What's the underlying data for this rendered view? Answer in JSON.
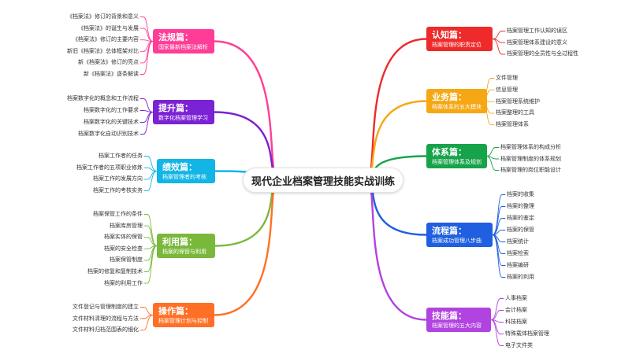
{
  "center_title": "现代企业档案管理技能实战训练",
  "branches": [
    {
      "id": "fagui",
      "color": "#ff3d96",
      "side": "left",
      "title": "法规篇：",
      "subtitle": "国家最新档案法解析",
      "leaves": [
        "《档案法》修订的背景和意义",
        "《档案法》的诞生与发展",
        "《档案法》修订的主要内容",
        "新旧《档案法》总体框架对比",
        "新《档案法》修订的亮点",
        "新《档案法》逐条解读"
      ]
    },
    {
      "id": "tisheng",
      "color": "#7b22d4",
      "side": "left",
      "title": "提升篇：",
      "subtitle": "数字化档案管理学习",
      "leaves": [
        "档案数字化的概念和工作流程",
        "档案数字化的工作要求",
        "档案数字化的关键技术",
        "档案数字化自动识别技术"
      ]
    },
    {
      "id": "jixiao",
      "color": "#12b5e6",
      "side": "left",
      "title": "绩效篇：",
      "subtitle": "档案管理者的考核",
      "leaves": [
        "档案工作者的任务",
        "档案工作者的五项职业修炼",
        "档案工作的发展方向",
        "档案工作的考核实务"
      ]
    },
    {
      "id": "liyong",
      "color": "#7ab83c",
      "side": "left",
      "title": "利用篇：",
      "subtitle": "档案的保管与利用",
      "leaves": [
        "档案保管工作的条件",
        "档案库房管理",
        "档案实体的保管",
        "档案的安全检查",
        "档案保管制度",
        "档案的修复和复制技术",
        "档案的利用工作"
      ]
    },
    {
      "id": "caozuo",
      "color": "#ff7026",
      "side": "left",
      "title": "操作篇：",
      "subtitle": "档案管理计划与控制",
      "leaves": [
        "文件登记与管理制度的建立",
        "文件材料清理的流程与方法",
        "文件材料归档范围表的细化"
      ]
    },
    {
      "id": "renzhi",
      "color": "#ee2a2a",
      "side": "right",
      "title": "认知篇：",
      "subtitle": "档案管理的职责定位",
      "leaves": [
        "档案管理工作认知的误区",
        "档案管理体系建设的意义",
        "档案管理的全员性与全过程性"
      ]
    },
    {
      "id": "yewu",
      "color": "#f5a814",
      "side": "right",
      "title": "业务篇：",
      "subtitle": "档案体系的五大模块",
      "leaves": [
        "文件管理",
        "信息管理",
        "档案管理系统维护",
        "档案整理的工具",
        "档案管理体系"
      ]
    },
    {
      "id": "tixi",
      "color": "#17a34a",
      "side": "right",
      "title": "体系篇：",
      "subtitle": "档案管理体系及规划",
      "leaves": [
        "档案管理体系的构成分析",
        "档案管理制度的体系规划",
        "档案管理的岗位职能设计"
      ]
    },
    {
      "id": "liucheng",
      "color": "#1f5fe0",
      "side": "right",
      "title": "流程篇：",
      "subtitle": "档案成功管理八步曲",
      "leaves": [
        "档案的收集",
        "档案的整理",
        "档案的鉴定",
        "档案的保管",
        "档案统计",
        "档案检索",
        "档案编研",
        "档案的利用"
      ]
    },
    {
      "id": "jineng",
      "color": "#b143e0",
      "side": "right",
      "title": "技能篇：",
      "subtitle": "档案管理的五大内容",
      "leaves": [
        "人事档案",
        "会计档案",
        "科技档案",
        "特殊载体档案管理",
        "电子文件类"
      ]
    }
  ]
}
